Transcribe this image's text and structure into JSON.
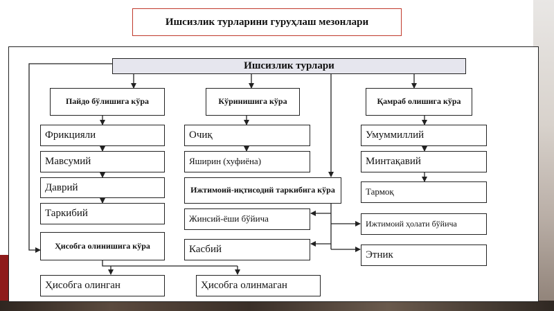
{
  "title": "Ишсизлик турларини гуруҳлаш мезонлари",
  "root": "Ишсизлик  турлари",
  "col1": {
    "header": "Пайдо бўлишига кўра",
    "items": [
      "Фрикцияли",
      "Мавсумий",
      "Даврий",
      "Таркибий"
    ],
    "sub_header": "Ҳисобга олинишига кўра",
    "sub_items": [
      "Ҳисобга олинган",
      "Ҳисобга олинмаган"
    ]
  },
  "col2": {
    "header": "Кўринишига кўра",
    "items": [
      "Очиқ",
      "Яширин (хуфиёна)"
    ],
    "sub_header": "Ижтимоий-иқтисодий таркибига кўра",
    "sub_items": [
      "Жинсий-ёши бўйича",
      "Касбий"
    ]
  },
  "col3": {
    "header": "Қамраб олишига кўра",
    "items": [
      "Умуммиллий",
      "Минтақавий",
      "Тармоқ"
    ],
    "sub_items": [
      "Ижтимоий ҳолати бўйича",
      "Этник"
    ]
  }
}
